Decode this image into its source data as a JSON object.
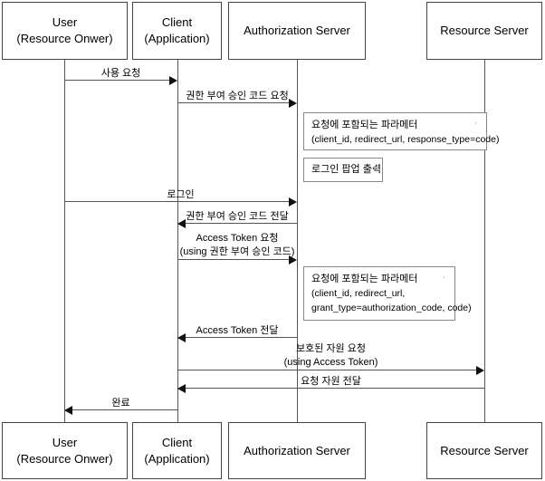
{
  "diagram": {
    "title": "OAuth 2.0 Authorization Code Flow Sequence Diagram",
    "type": "sequence-diagram",
    "line_color": "#555555",
    "box_border_color": "#444444",
    "note_border_color": "#888888",
    "background": "#ffffff"
  },
  "actors": [
    {
      "id": "user",
      "line1": "User",
      "line2": "(Resource Onwer)"
    },
    {
      "id": "client",
      "line1": "Client",
      "line2": "(Application)"
    },
    {
      "id": "authsrv",
      "line1": "Authorization Server",
      "line2": ""
    },
    {
      "id": "ressrv",
      "line1": "Resource Server",
      "line2": ""
    }
  ],
  "messages": [
    {
      "id": "m1",
      "label_line1": "사용 요청",
      "label_line2": "",
      "from": "user",
      "to": "client",
      "direction": "right"
    },
    {
      "id": "m2",
      "label_line1": "권한 부여 승인 코드 요청",
      "label_line2": "",
      "from": "client",
      "to": "authsrv",
      "direction": "right"
    },
    {
      "id": "m3",
      "label_line1": "로그인",
      "label_line2": "",
      "from": "user",
      "to": "authsrv",
      "direction": "right"
    },
    {
      "id": "m4",
      "label_line1": "권한 부여 승인 코드 전달",
      "label_line2": "",
      "from": "authsrv",
      "to": "client",
      "direction": "left"
    },
    {
      "id": "m5",
      "label_line1": "Access Token 요청",
      "label_line2": "(using 권한 부여 승인 코드)",
      "from": "client",
      "to": "authsrv",
      "direction": "right"
    },
    {
      "id": "m6",
      "label_line1": "Access Token 전달",
      "label_line2": "",
      "from": "authsrv",
      "to": "client",
      "direction": "left"
    },
    {
      "id": "m7",
      "label_line1": "보호된 자원 요청",
      "label_line2": "(using Access Token)",
      "from": "client",
      "to": "ressrv",
      "direction": "right"
    },
    {
      "id": "m8",
      "label_line1": "요청 자원 전달",
      "label_line2": "",
      "from": "ressrv",
      "to": "client",
      "direction": "left"
    },
    {
      "id": "m9",
      "label_line1": "완료",
      "label_line2": "",
      "from": "client",
      "to": "user",
      "direction": "left"
    }
  ],
  "notes": [
    {
      "id": "note1",
      "line1": "요청에 포함되는 파라메터",
      "line2": "(client_id, redirect_url, response_type=code)",
      "line3": ""
    },
    {
      "id": "note2",
      "line1": "로그인 팝업 출력",
      "line2": "",
      "line3": ""
    },
    {
      "id": "note3",
      "line1": "요청에 포함되는 파라메터",
      "line2": "(client_id, redirect_url,",
      "line3": "grant_type=authorization_code, code)"
    }
  ]
}
